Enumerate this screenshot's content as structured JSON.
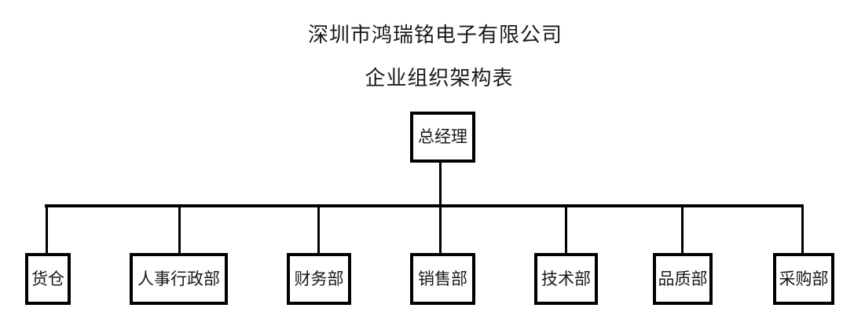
{
  "header": {
    "company_name": "深圳市鸿瑞铭电子有限公司",
    "chart_title": "企业组织架构表"
  },
  "org_chart": {
    "root": {
      "label": "总经理"
    },
    "departments": [
      {
        "label": "货仓"
      },
      {
        "label": "人事行政部"
      },
      {
        "label": "财务部"
      },
      {
        "label": "销售部"
      },
      {
        "label": "技术部"
      },
      {
        "label": "品质部"
      },
      {
        "label": "采购部"
      }
    ]
  },
  "colors": {
    "line": "#000000",
    "text": "#1a1a1a",
    "background": "#ffffff"
  }
}
